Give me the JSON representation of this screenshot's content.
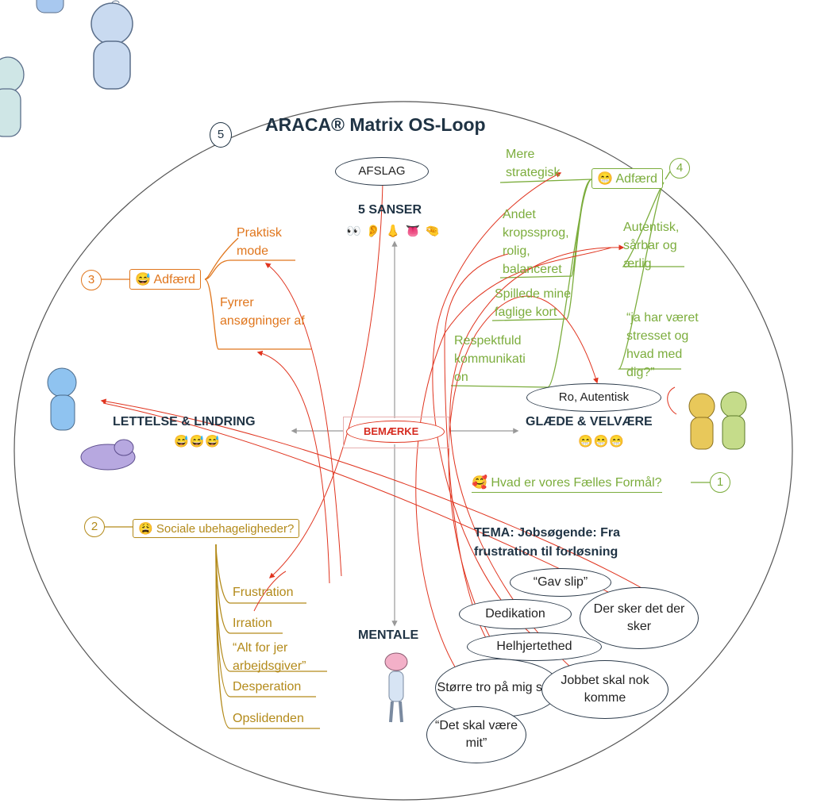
{
  "title": "ARACA® Matrix OS-Loop",
  "center": {
    "label": "BEMÆRKE"
  },
  "hubs": {
    "top": {
      "label": "5 SANSER",
      "emoji": "👀 👂 👃 👅 🤏"
    },
    "left": {
      "label": "LETTELSE & LINDRING",
      "emoji": "😅😅😅"
    },
    "right": {
      "label": "GLÆDE & VELVÆRE",
      "emoji": "😁😁😁"
    },
    "bottom": {
      "label": "MENTALE"
    }
  },
  "afslag": "AFSLAG",
  "numbers": {
    "n1": "1",
    "n2": "2",
    "n3": "3",
    "n4": "4",
    "n5": "5"
  },
  "branch1": {
    "label": "🥰 Hvad er vores Fælles Formål?"
  },
  "branch2": {
    "label": "😩 Sociale ubehageligheder?",
    "items": [
      "Frustration",
      "Irration",
      "“Alt for jer arbejdsgiver”",
      "Desperation",
      "Opslidenden"
    ]
  },
  "branch3": {
    "label": "😅 Adfærd",
    "items": [
      "Praktisk mode",
      "Fyrrer ansøgninger af"
    ]
  },
  "branch4": {
    "label": "😁 Adfærd",
    "left_items": [
      "Mere strategisk",
      "Andet kropssprog, rolig, balanceret",
      "Spillede mine faglige kort",
      "Respektfuld kommunikati on"
    ],
    "right_items": [
      "Autentisk, sårbar og ærlig",
      "“ja har været stresset og hvad med dig?”"
    ]
  },
  "ro": "Ro, Autentisk",
  "tema": "TEMA: Jobsøgende: Fra frustration til forløsning",
  "bubbles": {
    "gav_slip": "“Gav slip”",
    "dedikation": "Dedikation",
    "der_sker": "Der sker det der sker",
    "helhjertethed": "Helhjertethed",
    "stoerre_tro": "Større tro på mig selv",
    "jobbet": "Jobbet skal nok komme",
    "det_skal": "“Det skal være mit”"
  },
  "colors": {
    "orange": "#e0761d",
    "green": "#7cad3d",
    "gold": "#b38a1a",
    "red": "#e0341f",
    "navy": "#1f3344"
  }
}
